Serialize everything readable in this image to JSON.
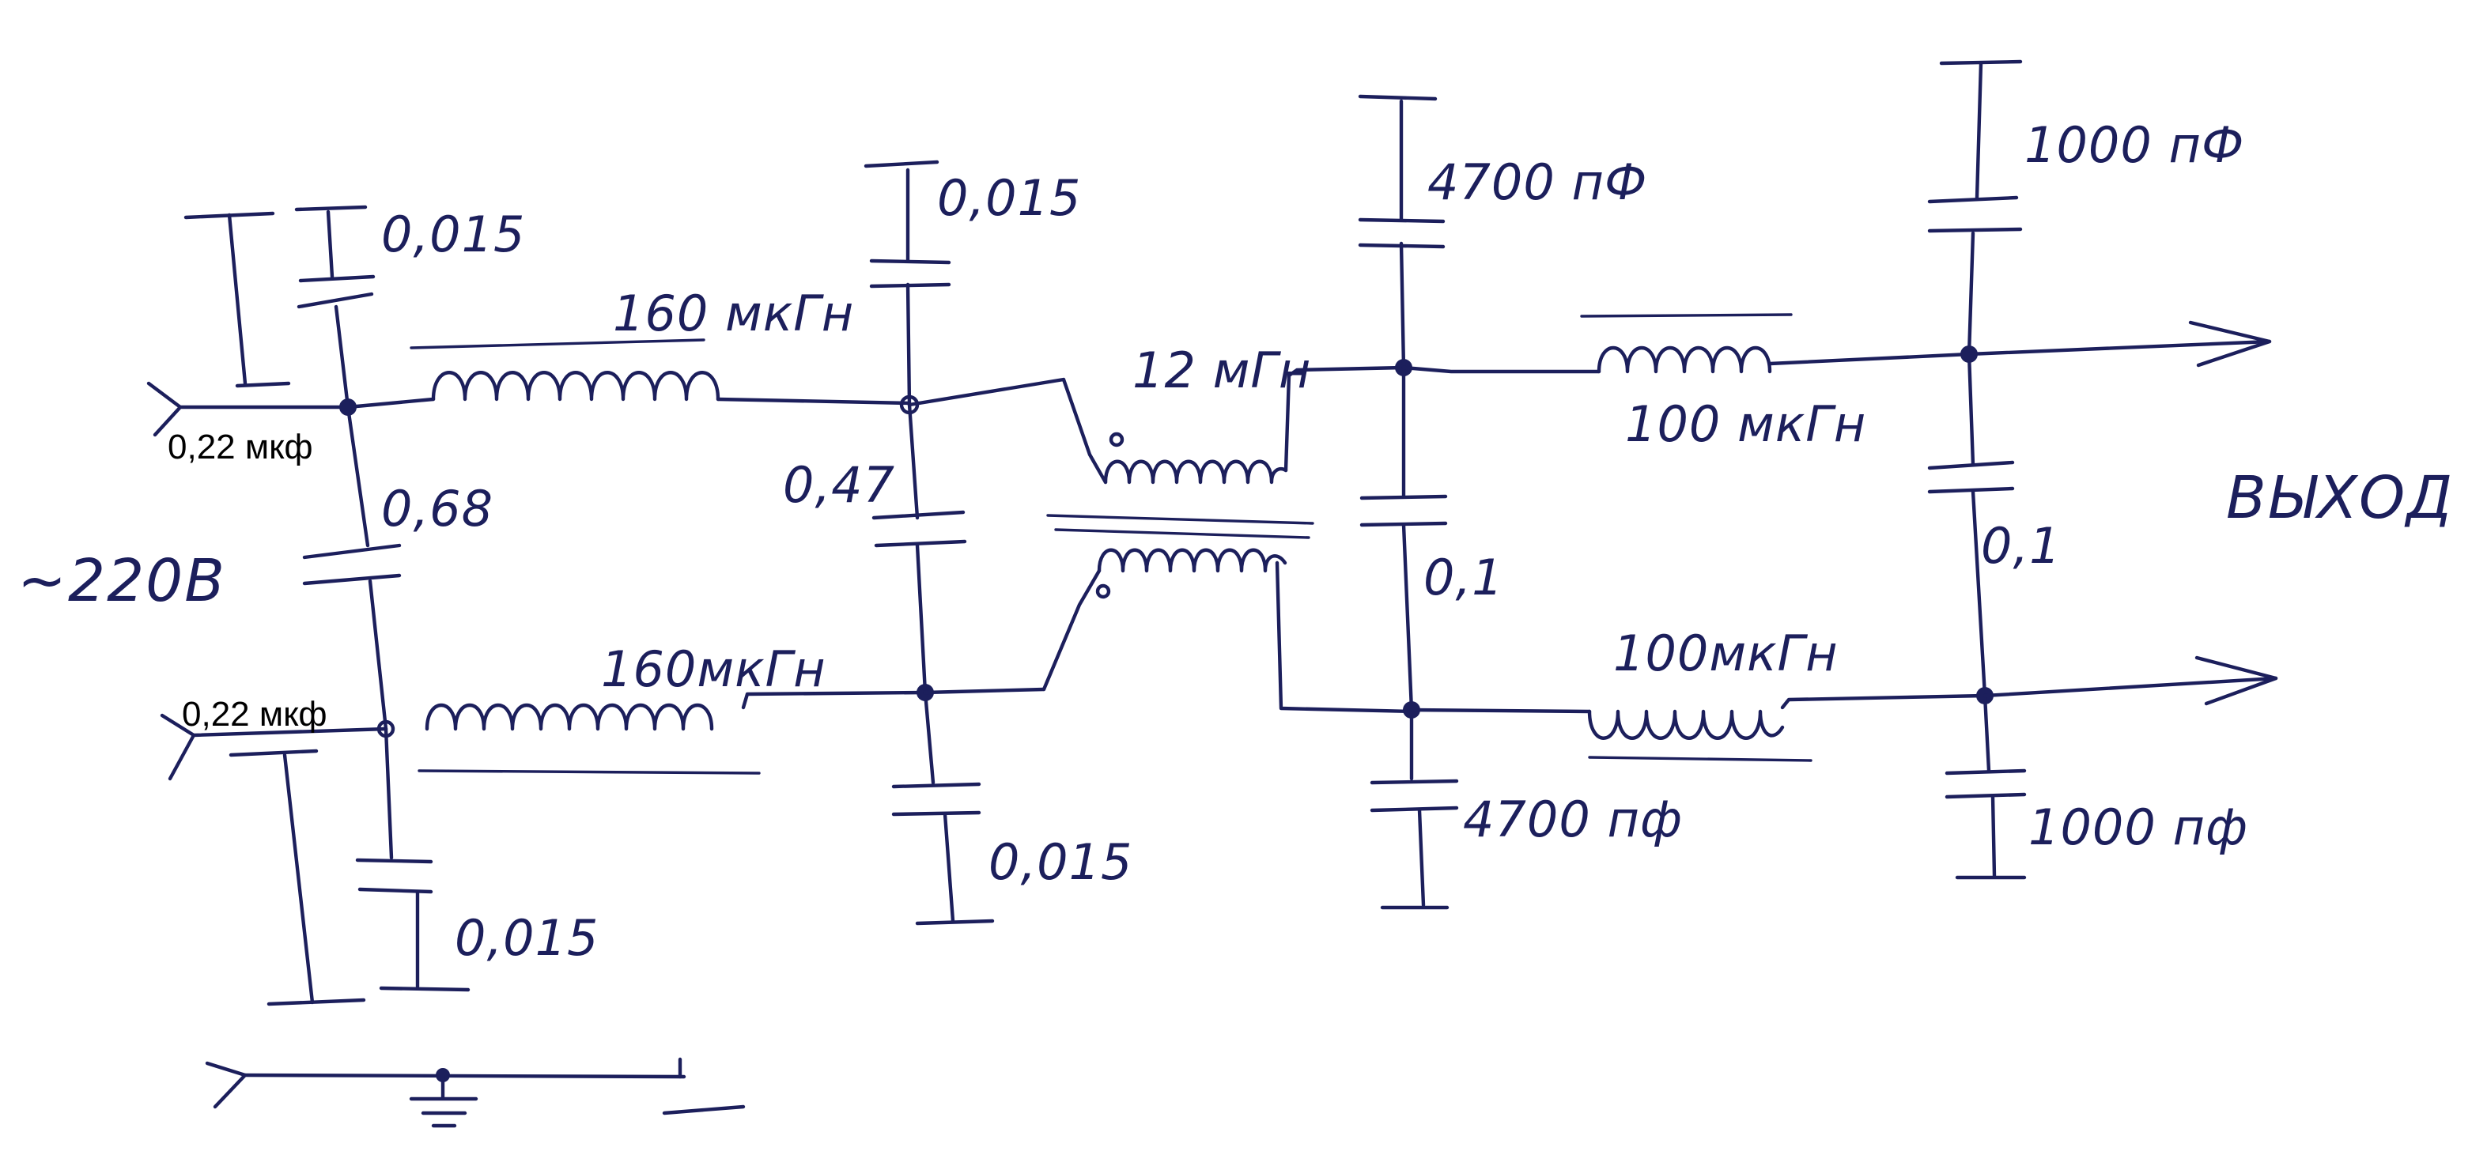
{
  "labels": {
    "input_voltage": "~220В",
    "output": "ВЫХОД",
    "c_in_top": "0,015",
    "c_in_top_side": "0,22 мкф",
    "c_in_mid": "0,68",
    "c_in_bot_side": "0,22 мкф",
    "c_in_bot": "0,015",
    "l1_top": "160 мкГн",
    "l1_bot": "160мкГн",
    "c2_top": "0,015",
    "c2_mid": "0,47",
    "c2_bot": "0,015",
    "choke": "12 мГн",
    "c3_top": "4700 пФ",
    "c3_mid": "0,1",
    "c3_bot": "4700 пф",
    "l2_top": "100 мкГн",
    "l2_bot": "100мкГн",
    "c4_top": "1000 пФ",
    "c4_mid": "0,1",
    "c4_bot": "1000 пф"
  }
}
